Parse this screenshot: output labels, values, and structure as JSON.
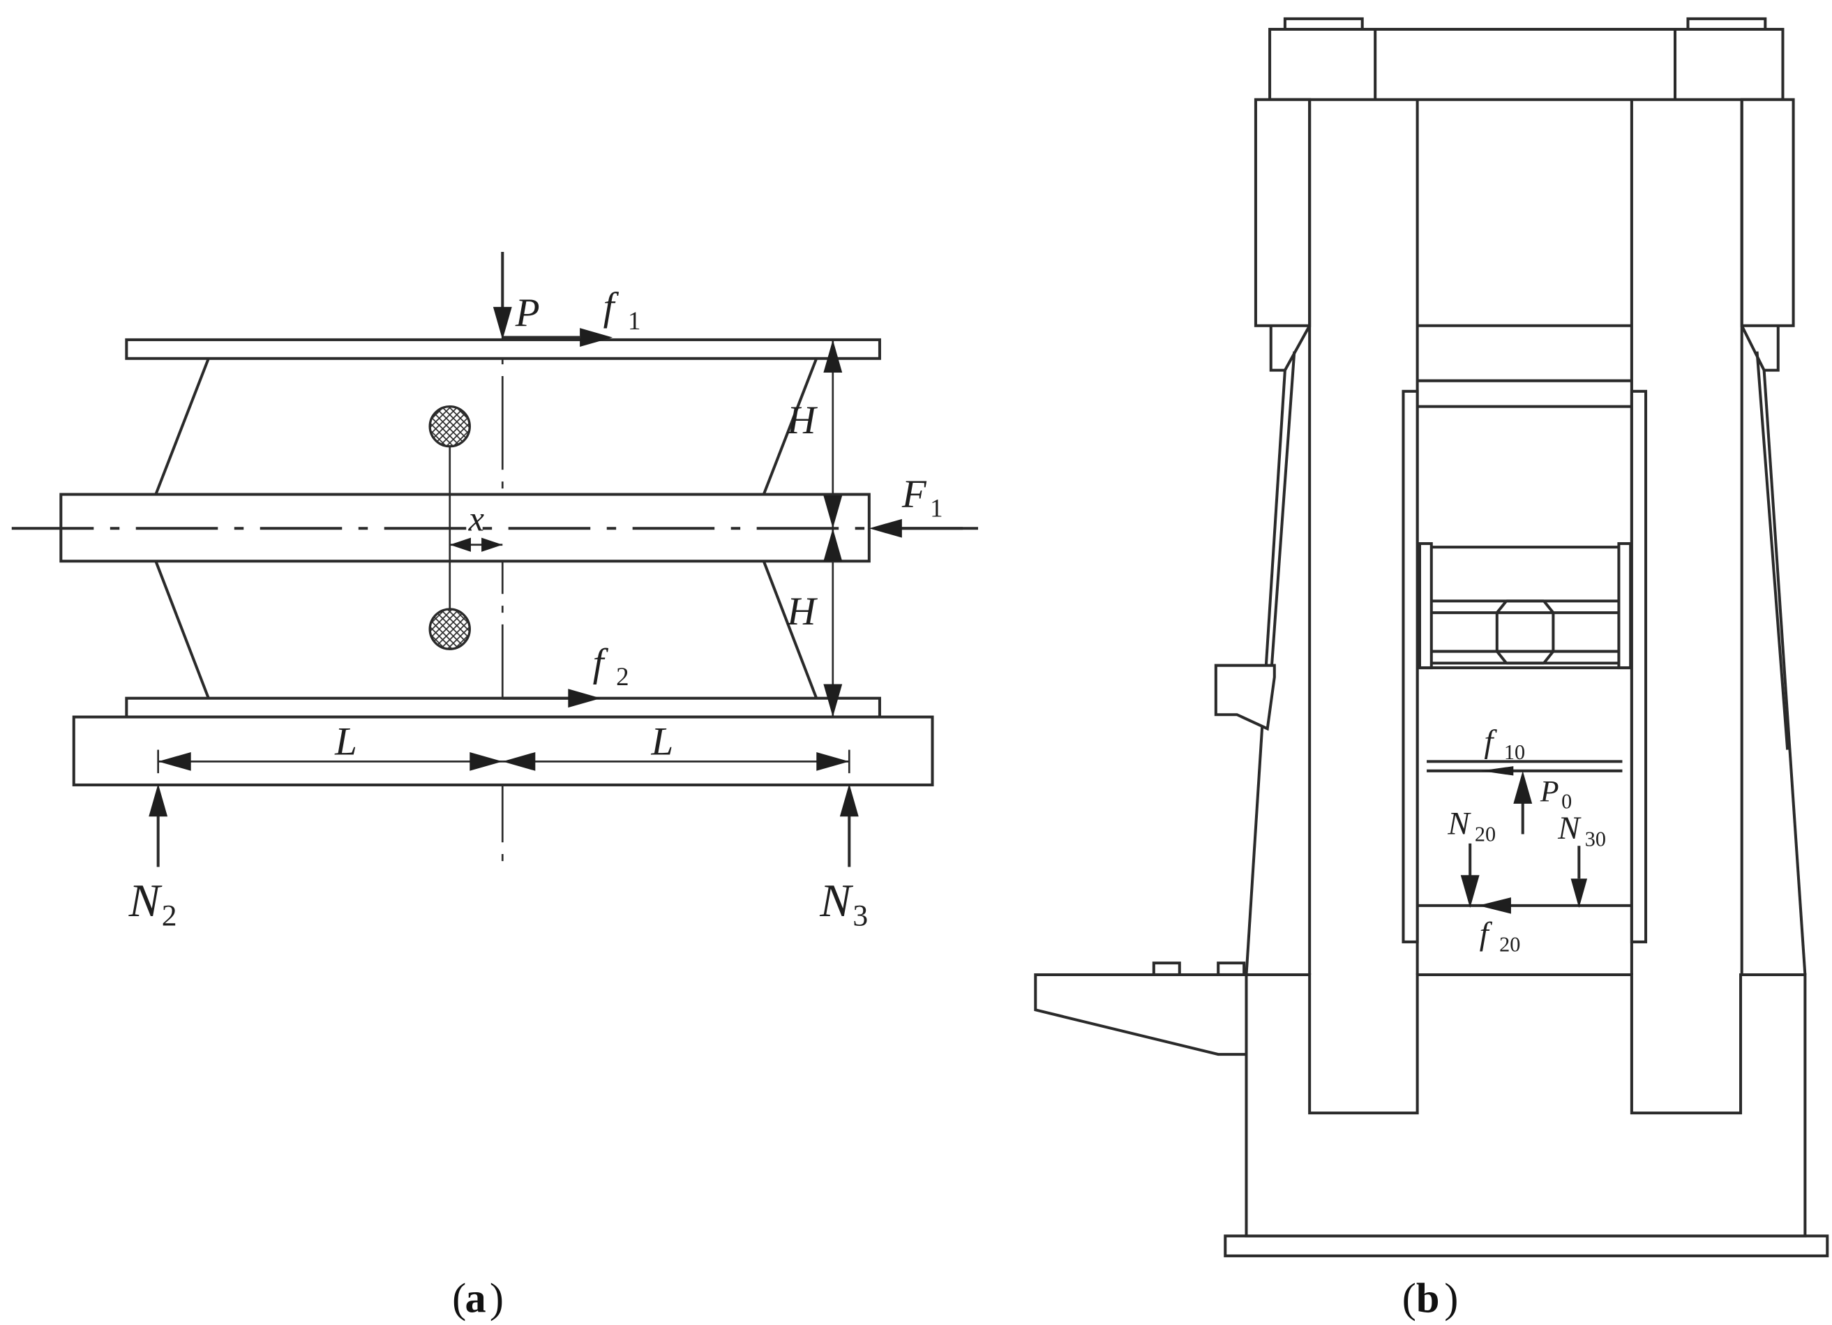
{
  "panel_a": {
    "caption_letter": "a",
    "labels": {
      "P": "P",
      "f1_main": "f",
      "f1_sub": "1",
      "f2_main": "f",
      "f2_sub": "2",
      "H_top": "H",
      "H_bottom": "H",
      "F1_main": "F",
      "F1_sub": "1",
      "x": "x",
      "L_left": "L",
      "L_right": "L",
      "N2_main": "N",
      "N2_sub": "2",
      "N3_main": "N",
      "N3_sub": "3"
    }
  },
  "panel_b": {
    "caption_letter": "b",
    "labels": {
      "f10_main": "f",
      "f10_sub": "10",
      "P0_main": "P",
      "P0_sub": "0",
      "N20_main": "N",
      "N20_sub": "20",
      "N30_main": "N",
      "N30_sub": "30",
      "f20_main": "f",
      "f20_sub": "20"
    }
  }
}
